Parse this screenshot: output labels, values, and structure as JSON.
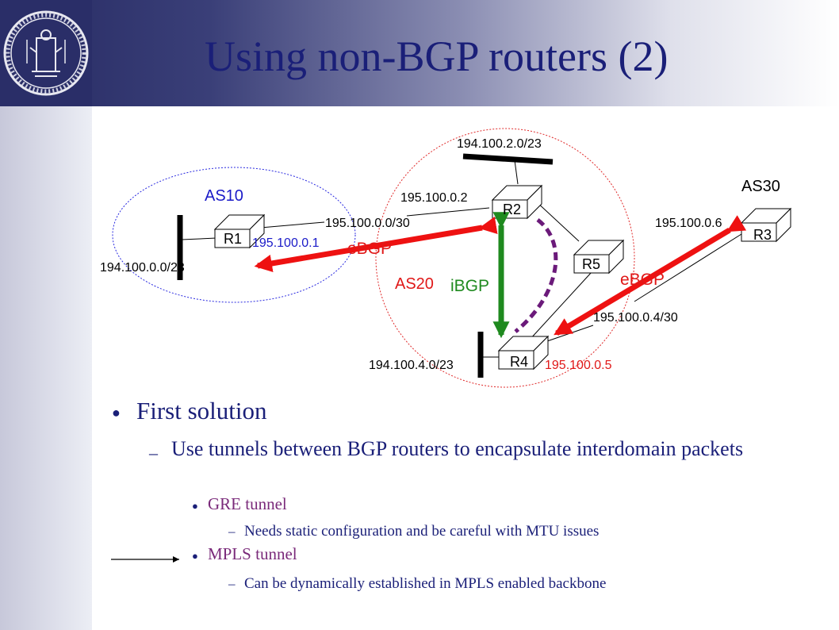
{
  "slide": {
    "title": "Using non-BGP routers (2)"
  },
  "diagram": {
    "routers": [
      "R1",
      "R2",
      "R3",
      "R4",
      "R5"
    ],
    "as_labels": [
      "AS10",
      "AS20",
      "AS30"
    ],
    "prefixes": {
      "r2_lan": "194.100.2.0/23",
      "r1_lan": "194.100.0.0/23",
      "r4_lan": "194.100.4.0/23",
      "link_r1_r2": "195.100.0.0/30",
      "link_r4_r3": "195.100.0.4/30"
    },
    "addresses": {
      "r2_if": "195.100.0.2",
      "r1_if": "195.100.0.1",
      "r3_if": "195.100.0.6",
      "r4_if": "195.100.0.5"
    },
    "sessions": {
      "ebgp_left": "eBGP",
      "ebgp_right": "eBGP",
      "ibgp": "iBGP"
    },
    "colors": {
      "ebgp_arrow": "#ee1111",
      "ibgp_arrow": "#1f8a1f",
      "tunnel": "#6b1a7a",
      "as10_circle": "#2a2ae0",
      "as20_circle": "#e02a2a",
      "blue_text": "#1a1ac8",
      "red_text": "#e01818"
    }
  },
  "bullets": {
    "first_solution": "First solution",
    "use_tunnels": "Use tunnels between BGP routers to encapsulate interdomain packets",
    "gre": "GRE tunnel",
    "gre_note": "Needs static configuration and be careful with MTU issues",
    "mpls": "MPLS tunnel",
    "mpls_note": "Can be dynamically established in MPLS enabled backbone"
  }
}
